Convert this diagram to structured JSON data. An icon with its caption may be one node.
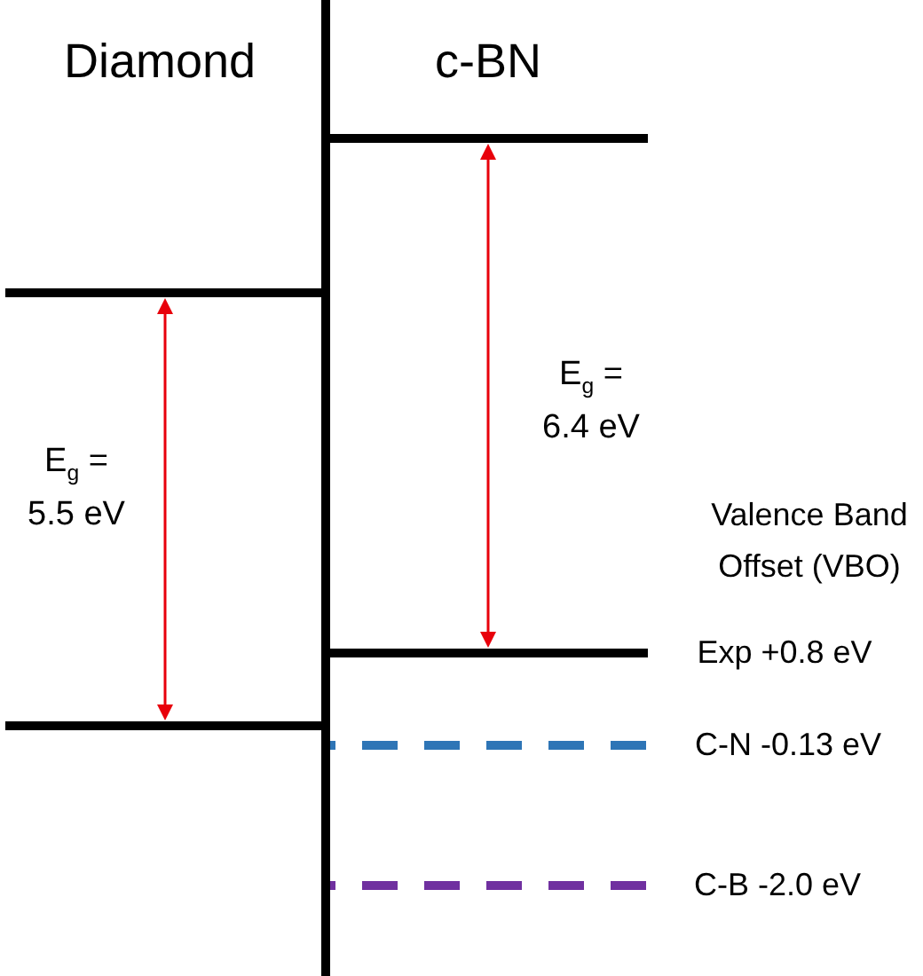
{
  "diagram": {
    "labels": [
      "Diamond",
      "c-BN",
      "E$_{g}$ = 6.4 eV",
      "E$_{g}$ = 5.5 eV",
      "Valence Band Offset (VBO)",
      "Exp +0.8 eV",
      "C-N -0.13 eV",
      "C-B -2.0 eV"
    ]
  }
}
